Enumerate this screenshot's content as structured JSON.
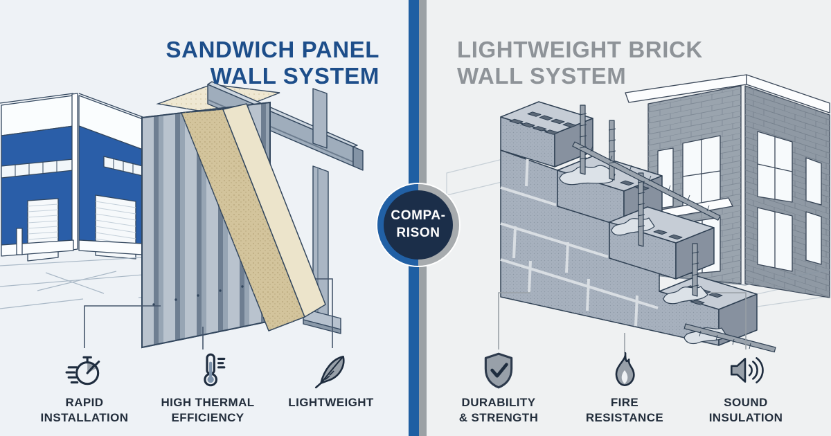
{
  "badge": {
    "line1": "COMPA-",
    "line2": "RISON"
  },
  "left": {
    "title_line1": "SANDWICH PANEL",
    "title_line2": "WALL SYSTEM",
    "features": [
      {
        "line1": "RAPID",
        "line2": "INSTALLATION",
        "icon": "stopwatch-icon"
      },
      {
        "line1": "HIGH THERMAL",
        "line2": "EFFICIENCY",
        "icon": "thermometer-icon"
      },
      {
        "line1": "LIGHTWEIGHT",
        "line2": "",
        "icon": "feather-icon"
      }
    ]
  },
  "right": {
    "title_line1": "LIGHTWEIGHT BRICK",
    "title_line2": "WALL SYSTEM",
    "features": [
      {
        "line1": "DURABILITY",
        "line2": "& STRENGTH",
        "icon": "shield-check-icon"
      },
      {
        "line1": "FIRE",
        "line2": "RESISTANCE",
        "icon": "flame-icon"
      },
      {
        "line1": "SOUND",
        "line2": "INSULATION",
        "icon": "speaker-icon"
      }
    ]
  },
  "colors": {
    "left_title": "#1d4e8a",
    "right_title": "#8e9398",
    "divider_blue": "#1e5fa3",
    "divider_gray": "#9ba1a5",
    "badge_navy": "#1b2e49",
    "building_blue": "#2a5ea8",
    "insulation_tan": "#d3c49c",
    "steel_gray": "#9fadbc",
    "block_gray": "#a7b1be",
    "label_text": "#232e3c"
  }
}
